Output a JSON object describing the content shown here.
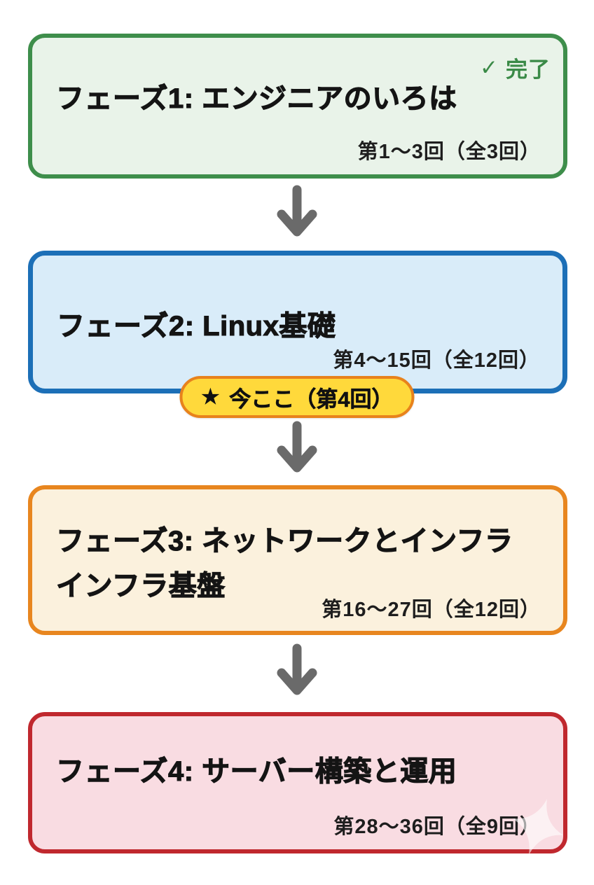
{
  "phases": [
    {
      "title": "フェーズ1: エンジニアのいろは",
      "subtitle": "第1〜3回（全3回）",
      "badge_icon": "✓",
      "badge_label": "完了",
      "border_color": "#3e8e4b",
      "bg_color": "#e9f3e9",
      "badge_text_color": "#3a8a47"
    },
    {
      "title": "フェーズ2: Linux基礎",
      "subtitle": "第4〜15回（全12回）",
      "badge_icon": "★",
      "badge_label": "今ここ（第4回）",
      "border_color": "#1c6fb7",
      "bg_color": "#d9ecf9",
      "badge_bg_color": "#ffd93b",
      "badge_border_color": "#e8821c"
    },
    {
      "title_line1": "フェーズ3: ネットワークとインフラ",
      "title_line2": "インフラ基盤",
      "subtitle": "第16〜27回（全12回）",
      "border_color": "#e8861f",
      "bg_color": "#fbf1dd"
    },
    {
      "title": "フェーズ4: サーバー構築と運用",
      "subtitle": "第28〜36回（全9回）",
      "border_color": "#c0282e",
      "bg_color": "#f9dce2"
    }
  ],
  "arrow_color": "#6a6a6a"
}
